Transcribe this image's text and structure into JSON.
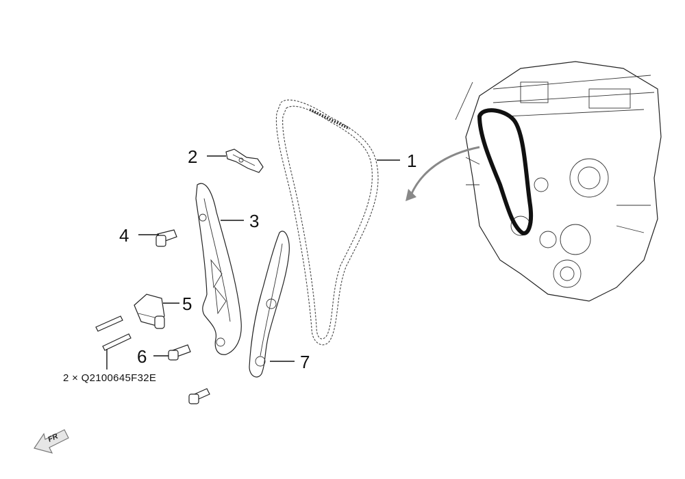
{
  "callouts": [
    {
      "id": "1",
      "label": "1"
    },
    {
      "id": "2",
      "label": "2"
    },
    {
      "id": "3",
      "label": "3"
    },
    {
      "id": "4",
      "label": "4"
    },
    {
      "id": "5",
      "label": "5"
    },
    {
      "id": "6",
      "label": "6"
    },
    {
      "id": "7",
      "label": "7"
    }
  ],
  "bolt_note": "2 × Q2100645F32E",
  "front_indicator": "FR"
}
